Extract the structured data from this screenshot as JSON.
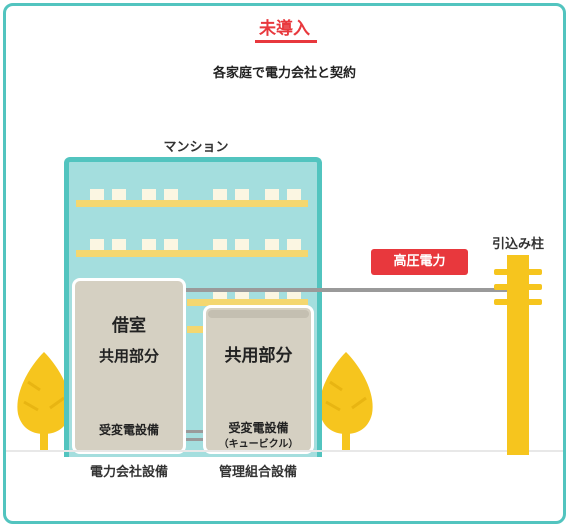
{
  "header": {
    "title": "未導入",
    "subtitle": "各家庭で電力会社と契約"
  },
  "labels": {
    "mansion": "マンション",
    "pole": "引込み柱",
    "high_voltage": "高圧電力",
    "power_company_equipment": "電力会社設備",
    "management_equipment": "管理組合設備"
  },
  "units": {
    "leased": {
      "title": "借室",
      "subtitle": "共用部分",
      "equipment": "受変電設備"
    },
    "common": {
      "title": "共用部分",
      "equipment": "受変電設備",
      "equipment_note": "（キュービクル）"
    }
  },
  "colors": {
    "accent_red": "#e8383d",
    "frame_teal": "#52c4bf",
    "building_fill": "#a4dede",
    "pole_yellow": "#f6c51e",
    "unit_gray": "#d5d0c2"
  }
}
